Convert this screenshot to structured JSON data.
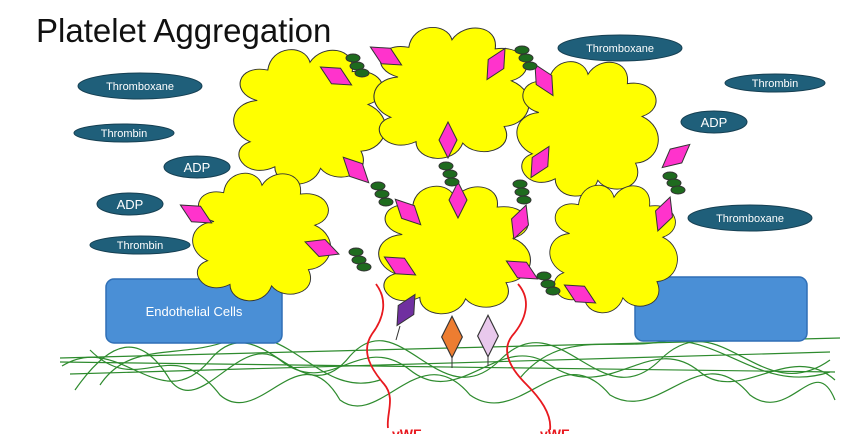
{
  "title": "Platelet Aggregation",
  "labels": {
    "endothelial_cells": "Endothelial Cells",
    "vwf": "vWF"
  },
  "signal_ovals": [
    {
      "text": "Thromboxane"
    },
    {
      "text": "Thromboxane"
    },
    {
      "text": "Thromboxane"
    },
    {
      "text": "Thrombin"
    },
    {
      "text": "Thrombin"
    },
    {
      "text": "Thrombin"
    },
    {
      "text": "ADP"
    },
    {
      "text": "ADP"
    },
    {
      "text": "ADP"
    }
  ],
  "colors": {
    "platelet": "#ffff00",
    "receptor": "#ff33cc",
    "linker": "#1e6b1e",
    "oval": "#1f5f7a",
    "endothelial": "#4a8fd6",
    "matrix": "#2e8b2e",
    "vwf": "#e8191f",
    "receptor_purple": "#7030a0",
    "receptor_orange": "#ed7d31",
    "receptor_lavender": "#e8c8ec"
  }
}
